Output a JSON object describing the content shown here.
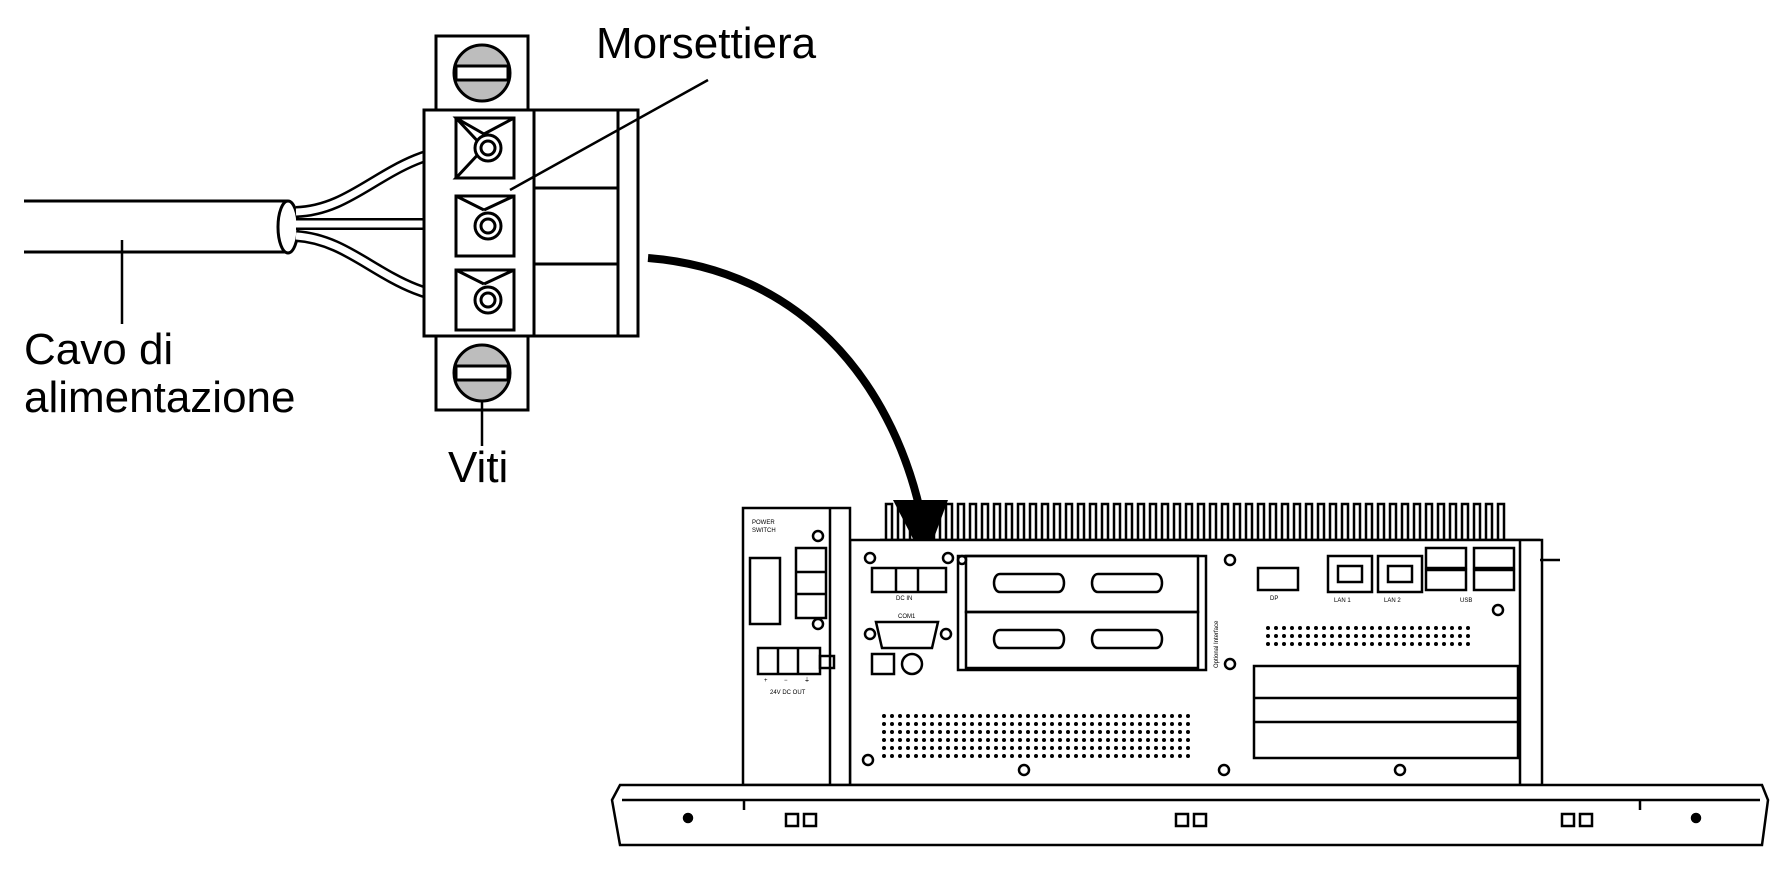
{
  "labels": {
    "terminal_block": "Morsettiera",
    "power_cable": [
      "Cavo di",
      "alimentazione"
    ],
    "screws": "Viti"
  },
  "device": {
    "left_module": {
      "top_label": [
        "POWER",
        "SWITCH"
      ],
      "bottom_label": "24V DC OUT",
      "polarity": [
        "+",
        "−",
        "⏚"
      ]
    },
    "ports": [
      "COM1",
      "DP",
      "LAN 1",
      "LAN 2",
      "USB"
    ],
    "dc_in_label": "DC IN",
    "side_text": "Optional Interface"
  },
  "colors": {
    "line": "#000000",
    "screw_fill": "#bdbdbd",
    "background": "#ffffff"
  }
}
